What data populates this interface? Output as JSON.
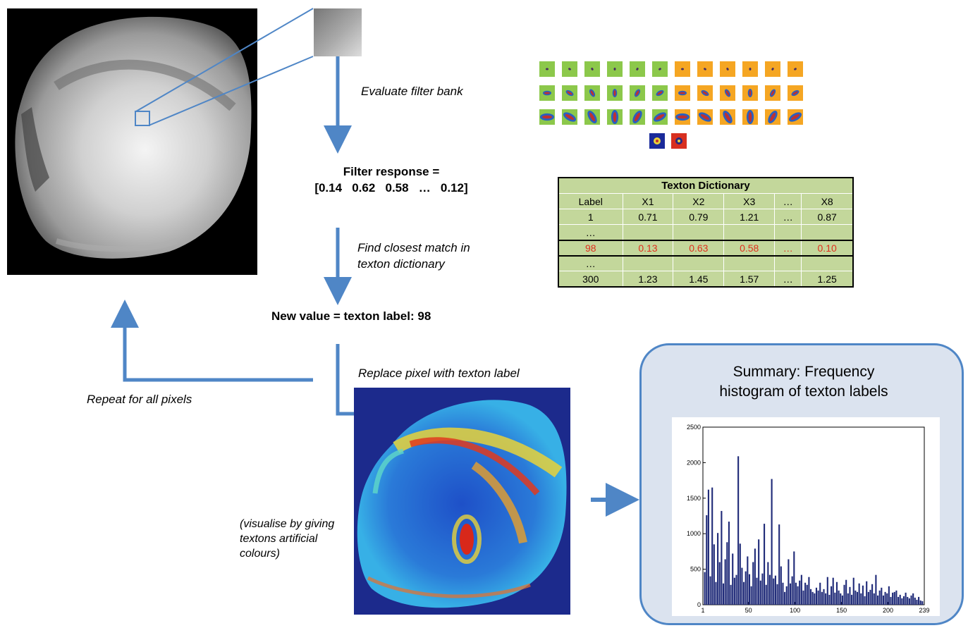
{
  "labels": {
    "evaluate": "Evaluate filter bank",
    "filter_response_line1": "Filter response =",
    "filter_response_line2": "[0.14   0.62   0.58   …   0.12]",
    "closest_line1": "Find closest match in",
    "closest_line2": "texton dictionary",
    "new_value": "New value = texton label:  98",
    "replace": "Replace pixel with texton label",
    "repeat": "Repeat for all pixels",
    "visualise_line1": "(visualise by giving",
    "visualise_line2": "textons artificial",
    "visualise_line3": "colours)"
  },
  "table": {
    "title": "Texton Dictionary",
    "headers": [
      "Label",
      "X1",
      "X2",
      "X3",
      "…",
      "X8"
    ],
    "rows": [
      [
        "1",
        "0.71",
        "0.79",
        "1.21",
        "…",
        "0.87"
      ],
      [
        "…",
        "",
        "",
        "",
        "",
        ""
      ],
      [
        "98",
        "0.13",
        "0.63",
        "0.58",
        "…",
        "0.10"
      ],
      [
        "…",
        "",
        "",
        "",
        "",
        ""
      ],
      [
        "300",
        "1.23",
        "1.45",
        "1.57",
        "…",
        "1.25"
      ]
    ],
    "highlight_row": 2
  },
  "summary": {
    "line1": "Summary:  Frequency",
    "line2": "histogram  of texton labels"
  },
  "colors": {
    "arrow": "#4f86c6",
    "table_bg": "#c3d79b",
    "highlight_text": "#e0301e",
    "bar": "#1f2a78",
    "filter_green": "#8cc84b",
    "filter_orange": "#f5a623"
  },
  "chart_data": {
    "type": "bar",
    "title": "",
    "xlabel": "",
    "ylabel": "",
    "xlim": [
      1,
      239
    ],
    "ylim": [
      0,
      2500
    ],
    "xticks": [
      "1",
      "50",
      "100",
      "150",
      "200",
      "239"
    ],
    "yticks": [
      "0",
      "500",
      "1000",
      "1500",
      "2000",
      "2500"
    ],
    "grid": false,
    "x": [
      3,
      5,
      7,
      9,
      11,
      13,
      15,
      17,
      19,
      21,
      23,
      25,
      27,
      29,
      31,
      33,
      35,
      37,
      39,
      41,
      43,
      45,
      47,
      49,
      51,
      53,
      55,
      57,
      59,
      61,
      63,
      65,
      67,
      69,
      71,
      73,
      75,
      77,
      79,
      81,
      83,
      85,
      87,
      89,
      91,
      93,
      95,
      97,
      99,
      101,
      103,
      105,
      107,
      109,
      111,
      113,
      115,
      117,
      119,
      121,
      123,
      125,
      127,
      129,
      131,
      133,
      135,
      137,
      139,
      141,
      143,
      145,
      147,
      149,
      151,
      153,
      155,
      157,
      159,
      161,
      163,
      165,
      167,
      169,
      171,
      173,
      175,
      177,
      179,
      181,
      183,
      185,
      187,
      189,
      191,
      193,
      195,
      197,
      199,
      201,
      203,
      205,
      207,
      209,
      211,
      213,
      215,
      217,
      219,
      221,
      223,
      225,
      227,
      229,
      231,
      233,
      235,
      237
    ],
    "values": [
      460,
      1260,
      1620,
      400,
      1650,
      850,
      320,
      1010,
      600,
      1320,
      300,
      640,
      880,
      1170,
      280,
      720,
      380,
      420,
      2090,
      860,
      520,
      320,
      470,
      680,
      430,
      260,
      600,
      790,
      380,
      920,
      340,
      440,
      1140,
      280,
      600,
      420,
      1770,
      370,
      410,
      290,
      1130,
      540,
      310,
      180,
      260,
      640,
      300,
      400,
      750,
      310,
      260,
      340,
      420,
      200,
      310,
      280,
      390,
      220,
      180,
      160,
      240,
      200,
      310,
      180,
      220,
      160,
      390,
      140,
      260,
      380,
      170,
      320,
      200,
      160,
      130,
      280,
      350,
      160,
      250,
      140,
      380,
      200,
      180,
      300,
      160,
      270,
      120,
      330,
      180,
      210,
      290,
      160,
      420,
      130,
      200,
      240,
      130,
      180,
      160,
      260,
      110,
      170,
      180,
      200,
      110,
      140,
      90,
      120,
      170,
      110,
      90,
      130,
      160,
      100,
      70,
      110,
      60,
      50
    ]
  }
}
